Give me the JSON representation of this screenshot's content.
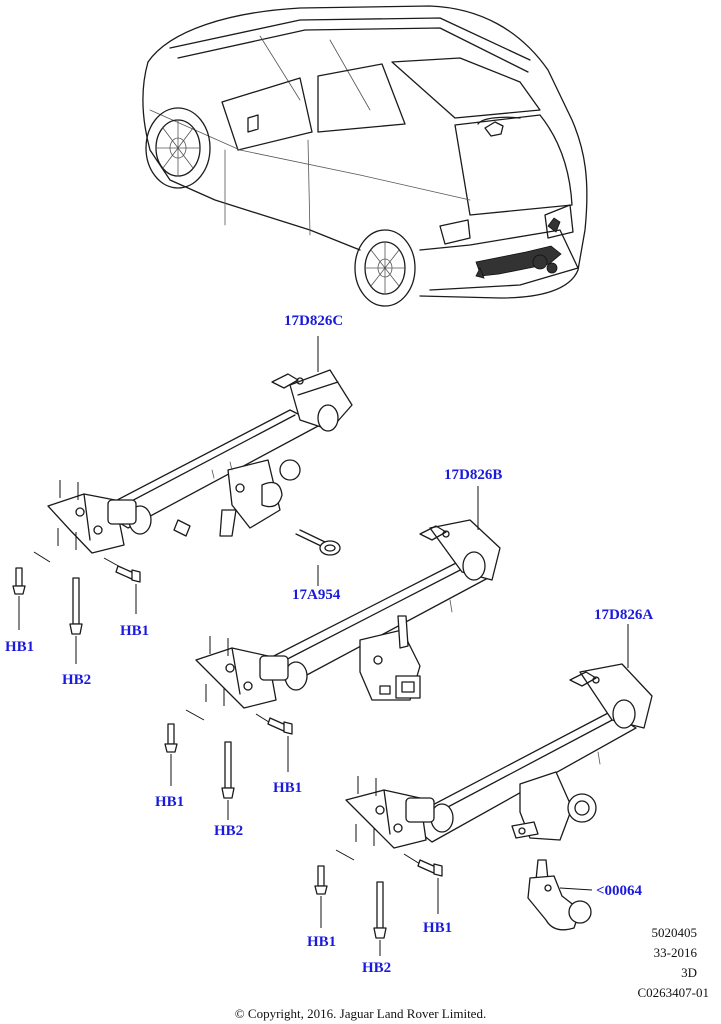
{
  "callouts": {
    "c_17D826C": "17D826C",
    "c_17D826B": "17D826B",
    "c_17D826A": "17D826A",
    "c_17A954": "17A954",
    "c_00064": "<00064",
    "a_HB1_left": "HB1",
    "a_HB2": "HB2",
    "a_HB1_right": "HB1",
    "b_HB1_left": "HB1",
    "b_HB2": "HB2",
    "b_HB1_right": "HB1",
    "c_HB1_left": "HB1",
    "c_HB2": "HB2",
    "c_HB1_right": "HB1"
  },
  "meta": {
    "line1": "5020405",
    "line2": "33-2016",
    "line3": "3D",
    "line4": "C0263407-01"
  },
  "copyright": "© Copyright, 2016. Jaguar Land Rover Limited.",
  "colors": {
    "callout": "#1a1adc",
    "line": "#1b1b1b"
  }
}
